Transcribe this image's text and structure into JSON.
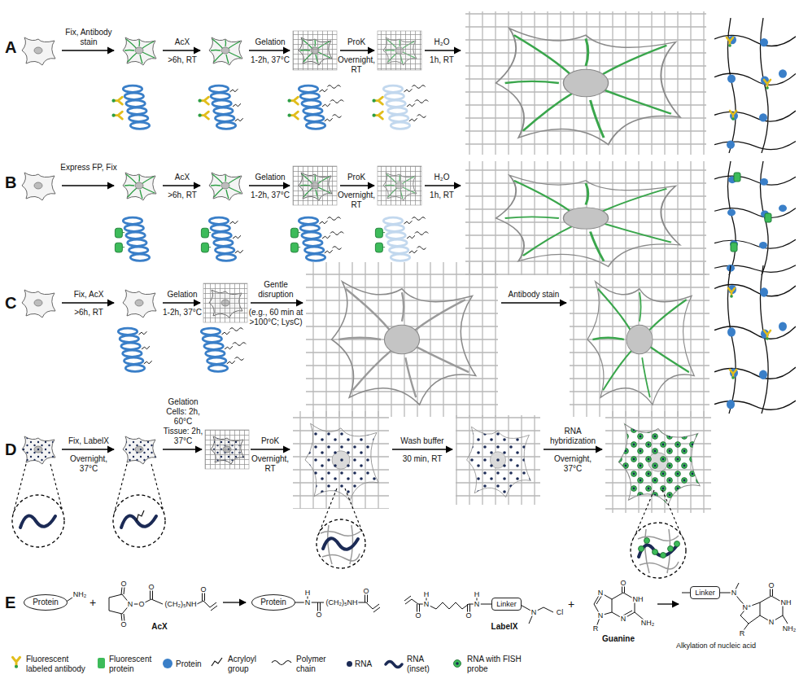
{
  "diagram": {
    "nodes": [
      {
        "text": [
          "Protein"
        ]
      },
      {
        "text": [
          "Protein"
        ]
      },
      {
        "text": [
          "Linker"
        ]
      },
      {
        "text": [
          "Linker"
        ]
      }
    ],
    "labels": [
      "A",
      "Fix, Antibody stain",
      "AcX",
      ">6h, RT",
      "Gelation",
      "1-2h, 37°C",
      "ProK",
      "Overnight, RT",
      "H₂O",
      "1h, RT",
      "B",
      "Express FP, Fix",
      "AcX",
      ">6h, RT",
      "Gelation",
      "1-2h, 37°C",
      "ProK",
      "Overnight, RT",
      "H₂O",
      "1h, RT",
      "C",
      "Fix, AcX",
      ">6h, RT",
      "Gelation",
      "1-2h, 37°C",
      "Gentle disruption",
      "(e.g., 60 min at >100°C; LysC)",
      "Antibody stain",
      "D",
      "Fix, LabelX",
      "Overnight, 37°C",
      "Gelation",
      "Cells: 2h, 60°C",
      "Tissue: 2h, 37°C",
      "ProK",
      "Overnight, RT",
      "Wash buffer",
      "30 min, RT",
      "RNA hybridization",
      "Overnight, 37°C",
      "E",
      "NH₂",
      "+",
      "O",
      "N",
      "O",
      "O",
      "O",
      "(CH₂)₅NH",
      "O",
      "AcX",
      "H",
      "N",
      "O",
      "(CH₂)₅NH",
      "O",
      "O",
      "H",
      "N",
      "O",
      "H",
      "N",
      "N",
      "Cl",
      "LabelX",
      "+",
      "O",
      "NH",
      "N",
      "N",
      "N",
      "NH₂",
      "R",
      "Guanine",
      "N",
      "N⁺",
      "O",
      "NH",
      "N",
      "NH₂",
      "R",
      "Alkylation of nucleic acid"
    ],
    "legend": [
      {
        "text": "Fluorescent labeled antibody"
      },
      {
        "text": "Fluorescent protein",
        "color": "#3dbb5a"
      },
      {
        "text": "Protein",
        "color": "#3a7fc8"
      },
      {
        "text": "Acryloyl group"
      },
      {
        "text": "Polymer chain"
      },
      {
        "text": "RNA",
        "color": "#1b2a55"
      },
      {
        "text": "RNA (inset)"
      },
      {
        "text": "RNA with FISH probe"
      }
    ]
  }
}
